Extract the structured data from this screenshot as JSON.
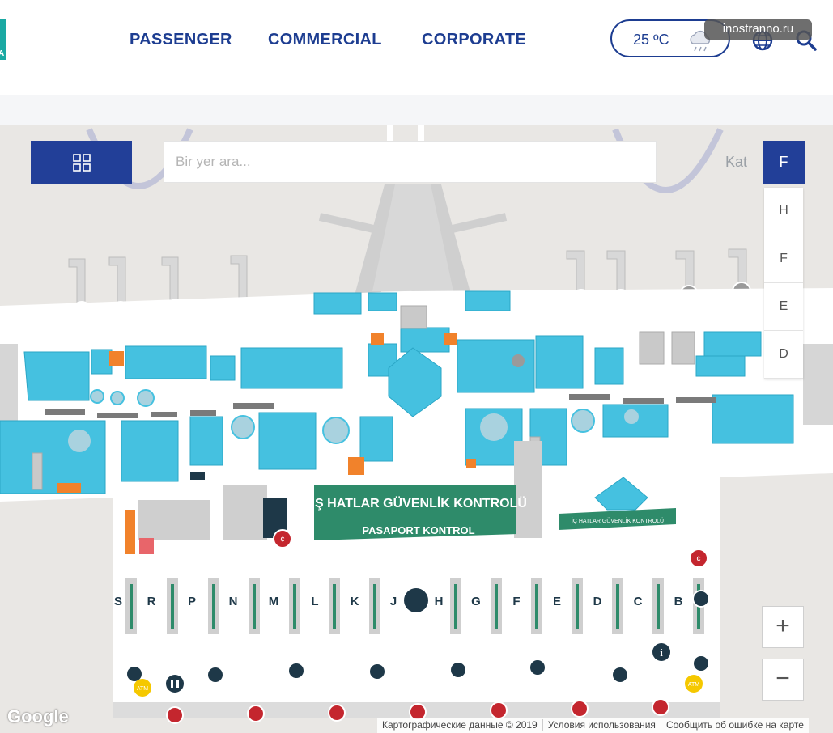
{
  "header": {
    "logo_letter": "A",
    "nav": [
      "PASSENGER",
      "COMMERCIAL",
      "CORPORATE"
    ],
    "weather": {
      "temperature": "25 ºC",
      "icon": "rain-cloud-icon"
    },
    "globe_icon": "globe-icon",
    "search_icon": "search-icon"
  },
  "watermark": "inostranno.ru",
  "map_controls": {
    "grid_icon": "grid-icon",
    "search_placeholder": "Bir yer ara...",
    "floor_label": "Kat",
    "active_floor": "F",
    "floors": [
      "H",
      "F",
      "E",
      "D"
    ],
    "zoom_in": "+",
    "zoom_out": "−"
  },
  "map": {
    "security_intl": "DIŞ HATLAR GÜVENLİK KONTROLÜ",
    "passport": "PASAPORT KONTROL",
    "security_dom": "İÇ HATLAR GÜVENLİK KONTROLÜ",
    "gates": [
      "S",
      "R",
      "P",
      "N",
      "M",
      "L",
      "K",
      "J",
      "H",
      "G",
      "F",
      "E",
      "D",
      "C",
      "B"
    ],
    "atm_label": "ATM"
  },
  "footer": {
    "google": "Google",
    "attribution": [
      "Картографические данные © 2019",
      "Условия использования",
      "Сообщить об ошибке на карте"
    ]
  },
  "colors": {
    "brand_blue": "#223f98",
    "nav_blue": "#1d3d91",
    "shop_cyan": "#45c1e0",
    "security_green": "#2e8b6a"
  }
}
